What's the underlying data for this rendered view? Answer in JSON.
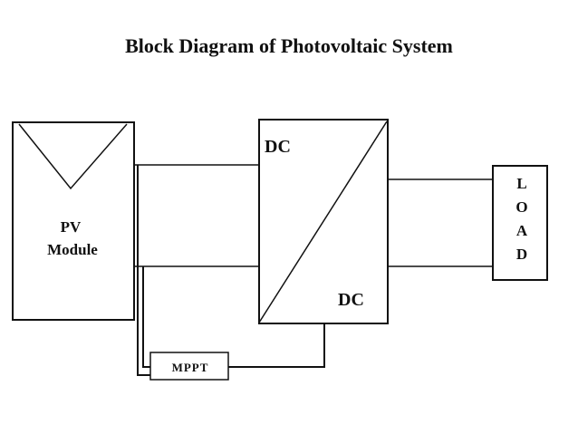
{
  "title": "Block Diagram of Photovoltaic System",
  "pv_module": {
    "line1": "PV",
    "line2": "Module"
  },
  "converter": {
    "input_label": "DC",
    "output_label": "DC"
  },
  "load": {
    "letters": [
      "L",
      "O",
      "A",
      "D"
    ]
  },
  "mppt": {
    "label": "MPPT"
  },
  "colors": {
    "line": "#111111",
    "background": "#ffffff"
  }
}
